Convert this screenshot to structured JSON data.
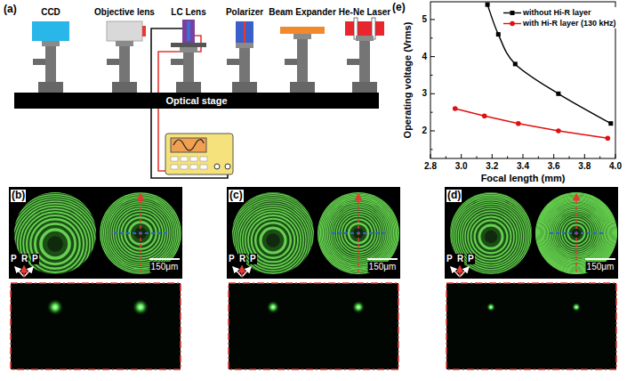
{
  "diagram": {
    "nodes": [
      {
        "text": [
          "Optical stage"
        ]
      }
    ],
    "labels": [
      "(a)",
      "CCD",
      "Objective lens",
      "LC Lens",
      "Polarizer",
      "Beam Expander",
      "He-Ne Laser",
      "(e)",
      "Operating voltage (Vrms)",
      "Focal length (mm)",
      "2.8",
      "3.0",
      "3.2",
      "3.4",
      "3.6",
      "3.8",
      "4.0",
      "2",
      "3",
      "4",
      "5",
      "(b)",
      "P",
      "R",
      "P",
      "150μm",
      "(c)",
      "P",
      "R",
      "P",
      "150μm",
      "(d)",
      "P",
      "R",
      "P",
      "150μm"
    ],
    "legend": [
      {
        "text": "without Hi-R layer"
      },
      {
        "text": "with Hi-R layer (130 kHz)"
      }
    ]
  }
}
